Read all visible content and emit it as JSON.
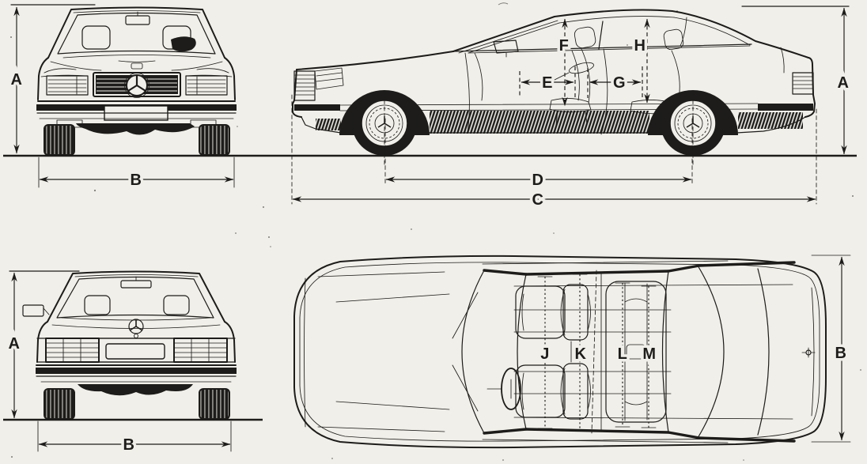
{
  "colors": {
    "paper": "#f1efe9",
    "ink": "#1d1c1a"
  },
  "views": {
    "front": {
      "height_label": "A",
      "width_label": "B"
    },
    "side": {
      "height_label": "A",
      "length_label": "C",
      "wheelbase_label": "D",
      "front_seat_label": "E",
      "front_headroom_label": "F",
      "rear_seat_label": "G",
      "rear_headroom_label": "H"
    },
    "rear": {
      "height_label": "A",
      "width_label": "B"
    },
    "top": {
      "width_label": "B",
      "front_width_label": "J",
      "front_seat_width_label": "K",
      "rear_width_label": "L",
      "rear_seat_width_label": "M"
    }
  }
}
